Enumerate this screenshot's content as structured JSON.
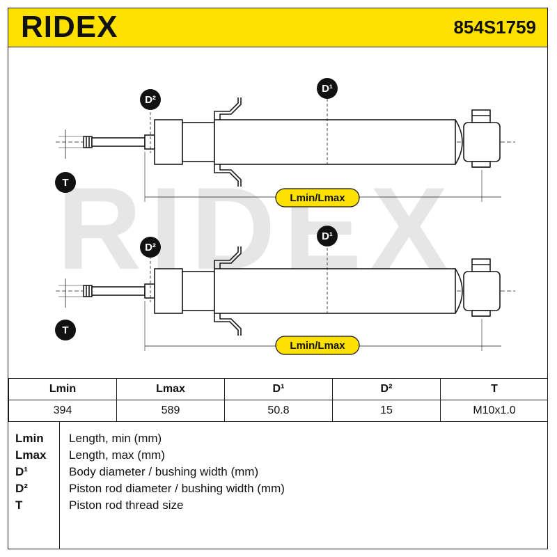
{
  "header": {
    "brand": "RIDEX",
    "part_number": "854S1759"
  },
  "drawing": {
    "watermark": "RIDEX",
    "top": {
      "d1": "D¹",
      "d2": "D²",
      "t": "T",
      "length": "Lmin/Lmax"
    },
    "bottom": {
      "d1": "D¹",
      "d2": "D²",
      "t": "T",
      "length": "Lmin/Lmax"
    }
  },
  "table": {
    "headers": [
      "Lmin",
      "Lmax",
      "D¹",
      "D²",
      "T"
    ],
    "values": [
      "394",
      "589",
      "50.8",
      "15",
      "M10x1.0"
    ]
  },
  "legend": [
    {
      "key": "Lmin",
      "desc": "Length, min (mm)"
    },
    {
      "key": "Lmax",
      "desc": "Length, max (mm)"
    },
    {
      "key": "D¹",
      "desc": "Body diameter / bushing width (mm)"
    },
    {
      "key": "D²",
      "desc": "Piston rod diameter / bushing width (mm)"
    },
    {
      "key": "T",
      "desc": "Piston rod thread size"
    }
  ],
  "colors": {
    "accent_yellow": "#ffe100",
    "line": "#1a1a1a",
    "badge": "#111111"
  }
}
